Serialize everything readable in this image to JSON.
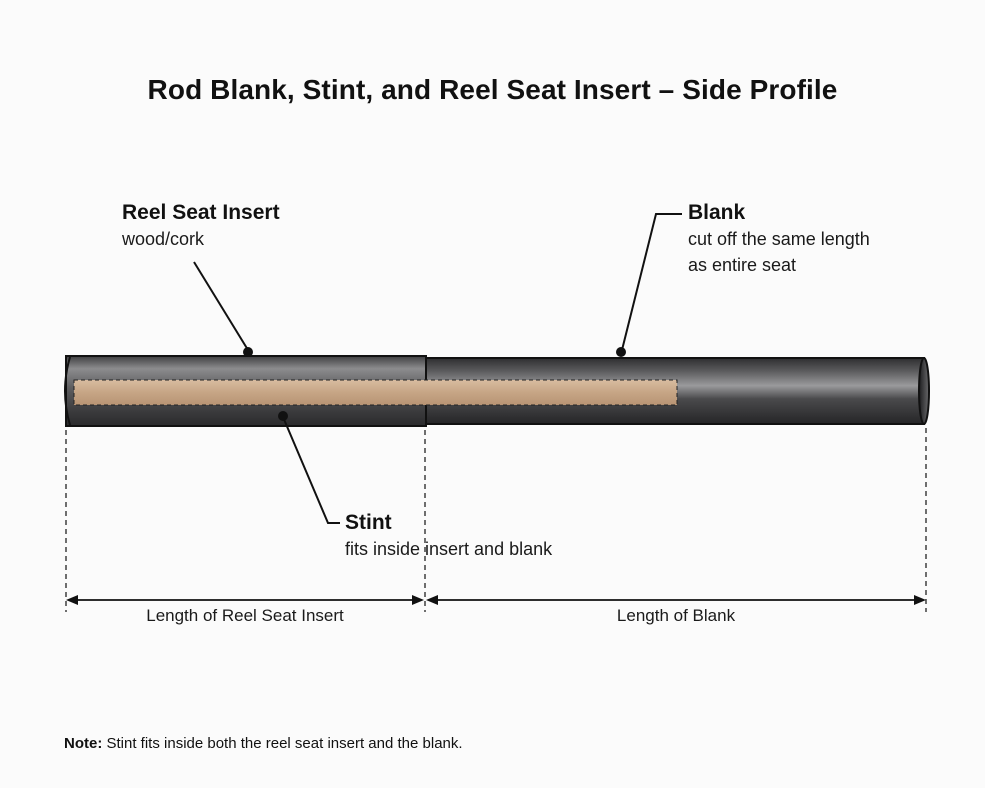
{
  "title": "Rod Blank, Stint, and Reel Seat Insert – Side Profile",
  "labels": {
    "insert": {
      "title": "Reel Seat Insert",
      "desc": "wood/cork"
    },
    "blank": {
      "title": "Blank",
      "desc_line1": "cut off the same length",
      "desc_line2": "as entire seat"
    },
    "stint": {
      "title": "Stint",
      "desc": "fits inside insert and blank"
    }
  },
  "dimensions": {
    "insert": "Length of Reel Seat Insert",
    "blank": "Length of Blank"
  },
  "note": {
    "prefix": "Note:",
    "text": " Stint fits inside both the reel seat insert and the blank."
  },
  "colors": {
    "insert_body": "#5a5a5c",
    "blank_body": "#3c3c3e",
    "stint": "#c9a98a",
    "line": "#111111"
  }
}
